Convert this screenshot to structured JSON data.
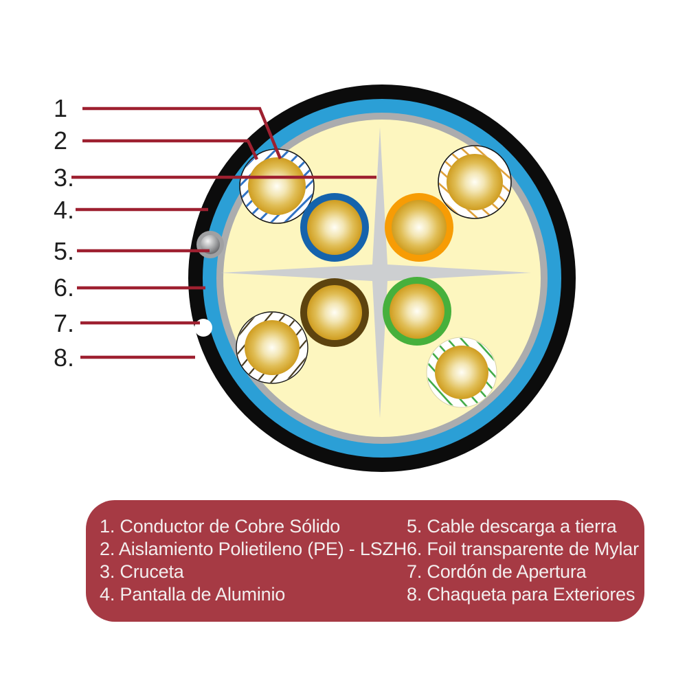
{
  "diagram": {
    "labels": [
      "1",
      "2",
      "3.",
      "4.",
      "5.",
      "6.",
      "7.",
      "8."
    ]
  },
  "legend": {
    "items": [
      "1. Conductor de Cobre Sólido",
      "2. Aislamiento Polietileno (PE) - LSZH",
      "3. Cruceta",
      "4. Pantalla de Aluminio",
      "5. Cable descarga a tierra",
      "6. Foil transparente de Mylar",
      "7. Cordón de Apertura",
      "8. Chaqueta para Exteriores"
    ]
  },
  "colors": {
    "jacket_black": "#0c0c0c",
    "shield_blue": "#2b9fd6",
    "foil_gray": "#abacae",
    "filler_yellow": "#fdf6bf",
    "cross_gray": "#cdcfd1",
    "pair_blue": "#1563ac",
    "pair_orange": "#f79c05",
    "pair_brown": "#5d430f",
    "pair_green": "#46b03c",
    "leader_red": "#9e2030",
    "label_ink": "#1e1e1e",
    "legend_background": "#a63a44",
    "legend_text": "#f3eeee"
  }
}
